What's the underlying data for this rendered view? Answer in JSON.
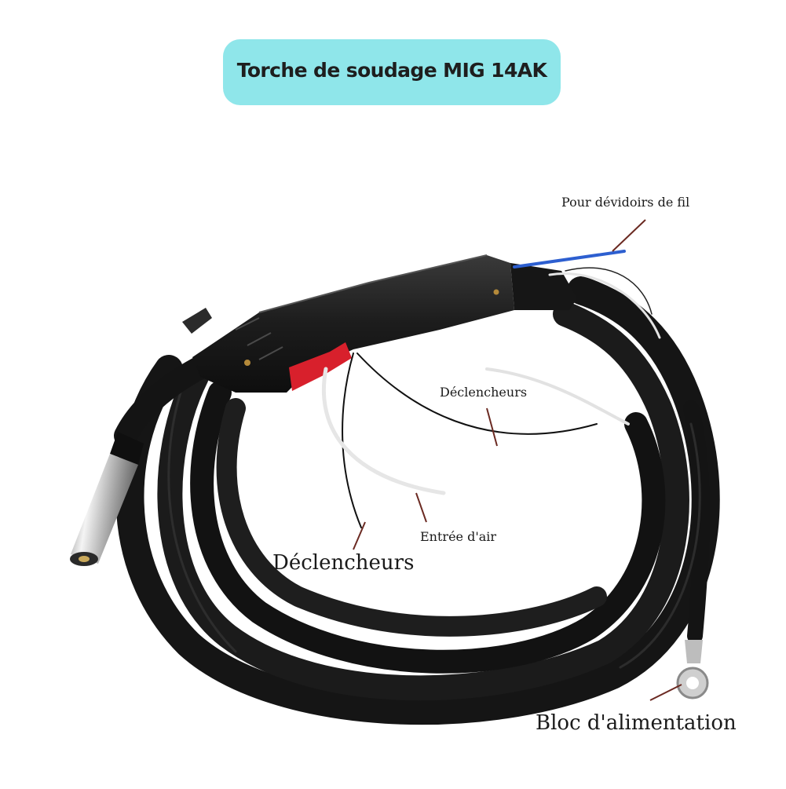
{
  "title": "Torche de soudage MIG 14AK",
  "labels": {
    "wire_feeder": "Pour dévidoirs de fil",
    "triggers_small": "Déclencheurs",
    "air_inlet": "Entrée d'air",
    "triggers_large": "Déclencheurs",
    "power_block": "Bloc d'alimentation"
  },
  "colors": {
    "title_bg": "#8fe6ea",
    "cable": "#151515",
    "trigger": "#d8202c",
    "pointer": "#6b2a22",
    "nozzle": "#c9c9c9",
    "wire_blue": "#2d5fd0"
  }
}
